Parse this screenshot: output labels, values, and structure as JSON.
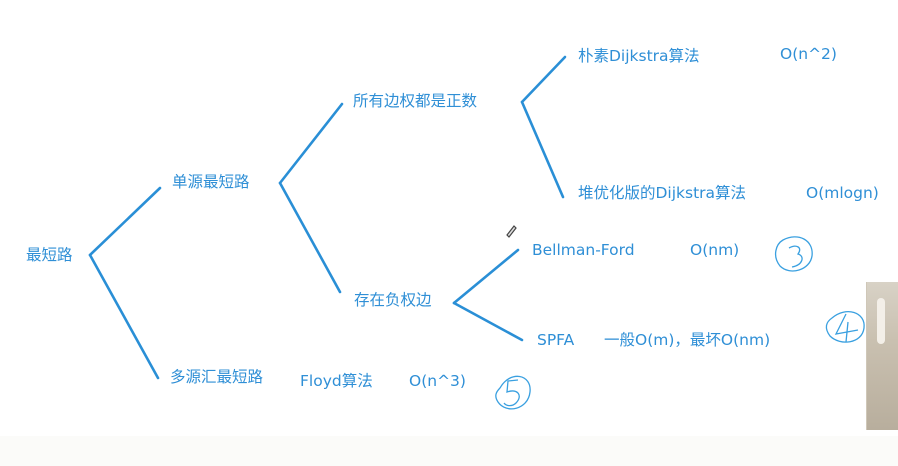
{
  "diagram": {
    "root": "最短路",
    "single_source": "单源最短路",
    "all_positive": "所有边权都是正数",
    "naive_dijkstra": "朴素Dijkstra算法",
    "naive_dijkstra_complexity": "O(n^2)",
    "heap_dijkstra": "堆优化版的Dijkstra算法",
    "heap_dijkstra_complexity": "O(mlogn)",
    "negative_edges": "存在负权边",
    "bellman_ford": "Bellman-Ford",
    "bellman_ford_complexity": "O(nm)",
    "spfa": "SPFA",
    "spfa_complexity": "一般O(m)，最坏O(nm)",
    "multi_source": "多源汇最短路",
    "floyd": "Floyd算法",
    "floyd_complexity": "O(n^3)",
    "handwritten_marks": [
      "3",
      "4",
      "5"
    ]
  },
  "colors": {
    "line": "#2a8fd6",
    "text": "#2f8fd6",
    "ink": "#3aa0e0"
  }
}
